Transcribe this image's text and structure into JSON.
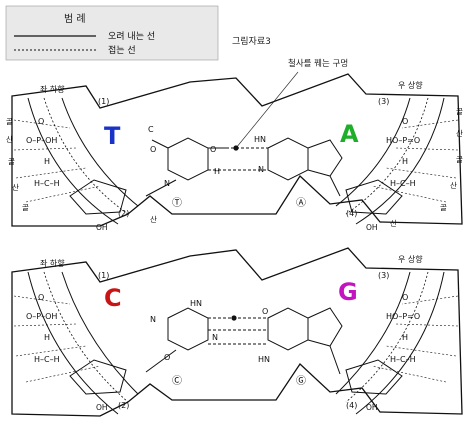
{
  "legend": {
    "title": "범 례",
    "row1": "오려 내는 선",
    "row2": "접는 선"
  },
  "figure_label": "그림자료3",
  "hole_note": "철사를 꿰는 구멍",
  "top_panel": {
    "left_direction": "좌 하향",
    "right_direction": "우 상향",
    "left_base_letter": "T",
    "right_base_letter": "A",
    "left_base_color": "#1a32c8",
    "right_base_color": "#1fae2a",
    "left_mark": "Ⓣ",
    "right_mark": "Ⓐ",
    "num1": "(1)",
    "num2": "(2)",
    "num3": "(3)",
    "num4": "(4)",
    "left_strip_labels": [
      "골",
      "산",
      "골",
      "산",
      "골",
      "산"
    ],
    "right_strip_labels": [
      "골",
      "산",
      "골",
      "산",
      "골",
      "산"
    ],
    "side_chain_left": [
      "O",
      "O–P–OH",
      "H",
      "H–C–H"
    ],
    "side_chain_right": [
      "O",
      "HO–P=O",
      "H",
      "H–C–H"
    ]
  },
  "bottom_panel": {
    "left_direction": "좌 하향",
    "right_direction": "우 상향",
    "left_base_letter": "C",
    "right_base_letter": "G",
    "left_base_color": "#c81414",
    "right_base_color": "#c314c0",
    "left_mark": "Ⓒ",
    "right_mark": "Ⓖ",
    "num1": "(1)",
    "num2": "(2)",
    "num3": "(3)",
    "num4": "(4)",
    "side_chain_left": [
      "O",
      "O–P–OH",
      "H",
      "H–C–H"
    ],
    "side_chain_right": [
      "O",
      "HO–P=O",
      "H",
      "H–C–H"
    ]
  },
  "atoms": {
    "O": "O",
    "H": "H",
    "N": "N",
    "OH": "OH",
    "P": "P",
    "C": "C",
    "HN": "HN"
  }
}
